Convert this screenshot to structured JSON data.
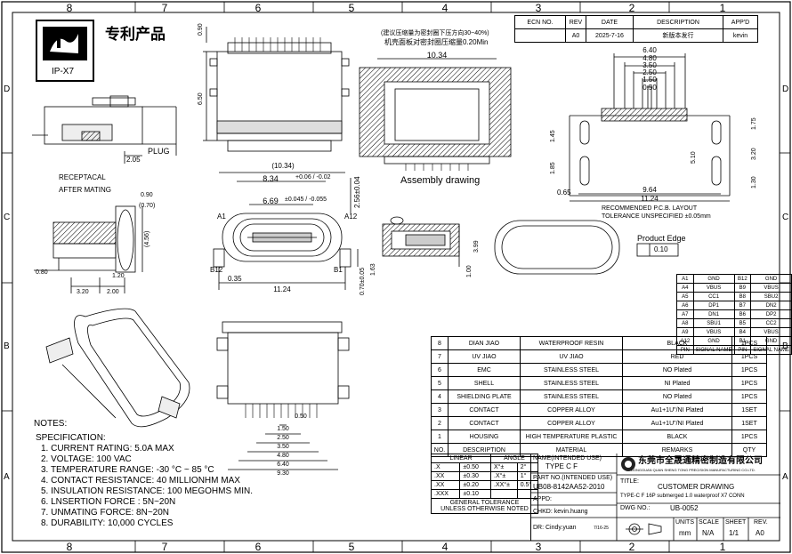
{
  "frame": {
    "cols": [
      "8",
      "7",
      "6",
      "5",
      "4",
      "3",
      "2",
      "1"
    ],
    "rows": [
      "D",
      "C",
      "B",
      "A"
    ]
  },
  "logo": {
    "text": "专利产品",
    "badge": "IP-X7"
  },
  "revision": {
    "headers": [
      "ECN NO.",
      "REV",
      "DATE",
      "DESCRIPTION",
      "APP'D"
    ],
    "row": [
      "",
      "A0",
      "2025-7-16",
      "新版本发行",
      "kevin"
    ]
  },
  "notes": {
    "compression": "(建议压缩量为密封圈下压方向30~40%)",
    "compression2": "机壳面板对密封圈压缩量0.20Min",
    "assembly": "Assembly drawing",
    "plug": "PLUG",
    "receptacle": "RECEPTACAL",
    "after_mating": "AFTER MATING",
    "pcb1": "RECOMMENDED P.C.B. LAYOUT",
    "pcb2": "TOLERANCE UNSPECIFIED ±0.05mm",
    "product_edge": "Product Edge",
    "flatness": "0.10"
  },
  "dims": {
    "d090": "0.90",
    "d650": "6.50",
    "d1034": "10.34",
    "d640": "6.40",
    "d480": "4.80",
    "d350": "3.50",
    "d250": "2.50",
    "d150": "1.50",
    "d050": "0.50",
    "d175": "1.75",
    "d320": "3.20",
    "d130": "1.30",
    "d510": "5.10",
    "d145": "1.45",
    "d185": "1.85",
    "d065": "0.65",
    "d964": "9.64",
    "d1124": "11.24",
    "d205": "2.05",
    "d1034p": "(10.34)",
    "d834": "8.34",
    "d834tol": "+0.06 / -0.02",
    "d669": "6.69",
    "d669tol": "±0.045 / -0.055",
    "d256": "2.56±0.04",
    "a1": "A1",
    "a12": "A12",
    "b12": "B12",
    "b1": "B1",
    "d035": "0.35",
    "d1124b": "11.24",
    "d070": "0.70±0.05",
    "d163": "1.63",
    "d399": "3.99",
    "d100": "1.00",
    "r090": "0.90",
    "r070": "(0.70)",
    "r456": "(4.56)",
    "r080": "0.80",
    "r120": "1.20",
    "r320": "3.20",
    "r2000": "2.00",
    "b050": "0.50",
    "b150": "1.50",
    "b250": "2.50",
    "b350": "3.50",
    "b480": "4.80",
    "b640": "6.40",
    "b930": "9.30"
  },
  "pin_table": {
    "rows": [
      [
        "A1",
        "GND",
        "B12",
        "GND"
      ],
      [
        "A4",
        "VBUS",
        "B9",
        "VBUS"
      ],
      [
        "A5",
        "CC1",
        "B8",
        "SBU2"
      ],
      [
        "A6",
        "DP1",
        "B7",
        "DN2"
      ],
      [
        "A7",
        "DN1",
        "B6",
        "DP2"
      ],
      [
        "A8",
        "SBU1",
        "B5",
        "CC2"
      ],
      [
        "A9",
        "VBUS",
        "B4",
        "VBUS"
      ],
      [
        "A12",
        "GND",
        "B1",
        "GND"
      ],
      [
        "PIN",
        "SIGNAL NAME",
        "PIN",
        "SIGNAL NAME"
      ]
    ]
  },
  "bom": {
    "rows": [
      [
        "8",
        "DIAN JIAO",
        "WATERPROOF RESIN",
        "BLACK",
        "1PCS"
      ],
      [
        "7",
        "UV JIAO",
        "UV JIAO",
        "RED",
        "1PCS"
      ],
      [
        "6",
        "EMC",
        "STAINLESS STEEL",
        "NO Plated",
        "1PCS"
      ],
      [
        "5",
        "SHELL",
        "STAINLESS STEEL",
        "NI Plated",
        "1PCS"
      ],
      [
        "4",
        "SHIELDING PLATE",
        "STAINLESS STEEL",
        "NO Plated",
        "1PCS"
      ],
      [
        "3",
        "CONTACT",
        "COPPER ALLOY",
        "Au1+1U\"/NI Plated",
        "1SET"
      ],
      [
        "2",
        "CONTACT",
        "COPPER ALLOY",
        "Au1+1U\"/NI Plated",
        "1SET"
      ],
      [
        "1",
        "HOUSING",
        "HIGH TEMPERATURE PLASTIC",
        "BLACK",
        "1PCS"
      ],
      [
        "NO.",
        "DESCRIPTION",
        "MATERIAL",
        "REMARKS",
        "QTY"
      ]
    ]
  },
  "tolerance": {
    "head": [
      "LINEAR",
      "ANGLE"
    ],
    "rows": [
      [
        ".X",
        "±0.50",
        "X°±",
        "2°"
      ],
      [
        ".XX",
        "±0.30",
        ".X°±",
        "1°"
      ],
      [
        ".XX",
        "±0.20",
        ".XX°±",
        "0.5°"
      ],
      [
        ".XXX",
        "±0.10",
        "",
        ""
      ]
    ],
    "foot1": "GENERAL TOLERANCE",
    "foot2": "UNLESS OTHERWISE NOTED"
  },
  "title_block": {
    "name_label": "NAME(INTENDED USE)",
    "name_value": "TYPE C F",
    "part_label": "PART NO.(INTENDED USE)",
    "part_value": "UB08-8142AA52-2010",
    "appd": "APPD:",
    "chkd": "CHKD:  kevin.huang",
    "dr": "DR:   Cindy.yuan",
    "dr_date": "7/16-25",
    "company_cn": "东莞市全晟通精密制造有限公司",
    "company_en": "DONGGUAN QUAN SHENG TONG PRECISION MANUFACTURING CO.LTD.",
    "title_label": "TITLE:",
    "title_value": "CUSTOMER DRAWING",
    "subtitle": "TYPE-C F 16P submerged 1.0 waterproof X7 CONN",
    "dwg_label": "DWG NO.:",
    "dwg_value": "UB-0052",
    "units_h": [
      "UNITS",
      "SCALE",
      "SHEET",
      "REV."
    ],
    "units_v": [
      "mm",
      "N/A",
      "1/1",
      "A0"
    ]
  },
  "spec": {
    "notes_title": "NOTES:",
    "spec_title": "SPECIFICATION:",
    "items": [
      "1. CURRENT RATING: 5.0A MAX",
      "2. VOLTAGE: 100 VAC",
      "3. TEMPERATURE RANGE: -30 °C ~ 85 °C",
      "4. CONTACT RESISTANCE: 40 MILLIONHM MAX",
      "5. INSULATION RESISTANCE: 100 MEGOHMS MIN.",
      "6. LNSERTION FORCE : 5N~20N",
      "7. UNMATING FORCE: 8N~20N",
      "8. DURABILITY:    10,000 CYCLES"
    ]
  }
}
